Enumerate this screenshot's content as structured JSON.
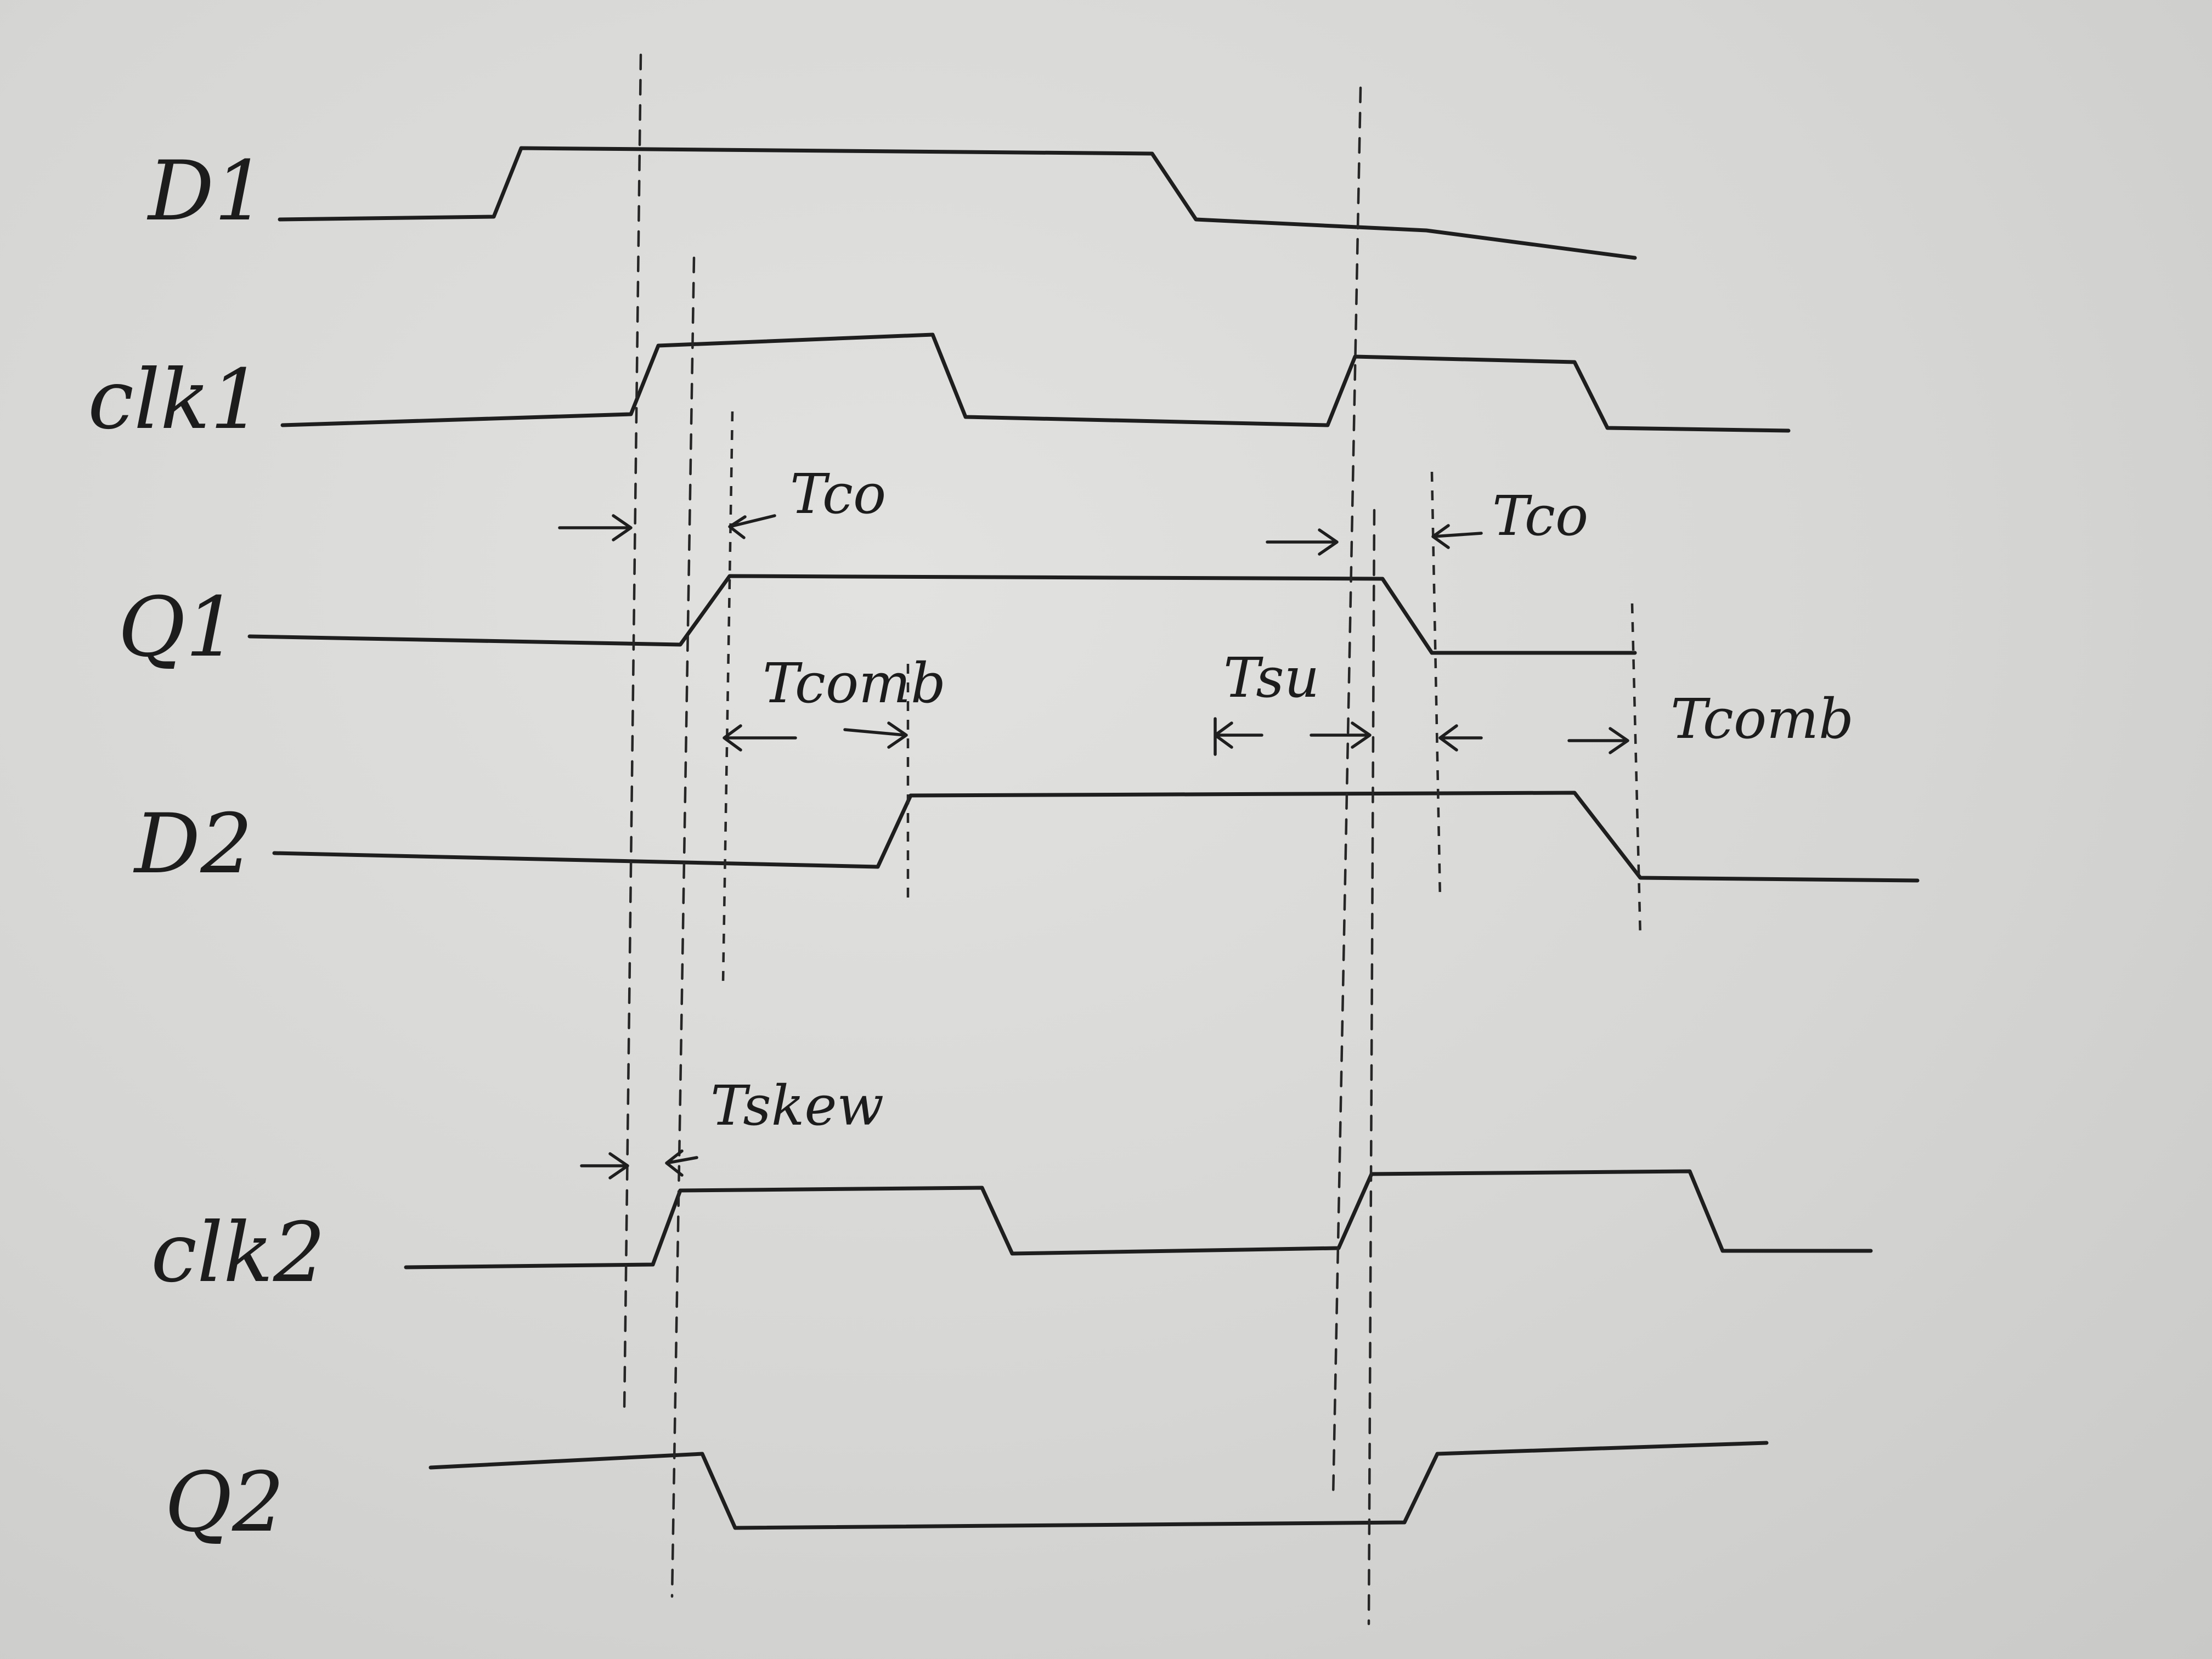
{
  "signals": {
    "d1": "D1",
    "clk1": "clk1",
    "q1": "Q1",
    "d2": "D2",
    "clk2": "clk2",
    "q2": "Q2"
  },
  "annotations": {
    "tco_1": "Tco",
    "tco_2": "Tco",
    "tcomb_1": "Tcomb",
    "tcomb_2": "Tcomb",
    "tsu": "Tsu",
    "tskew": "Tskew"
  }
}
